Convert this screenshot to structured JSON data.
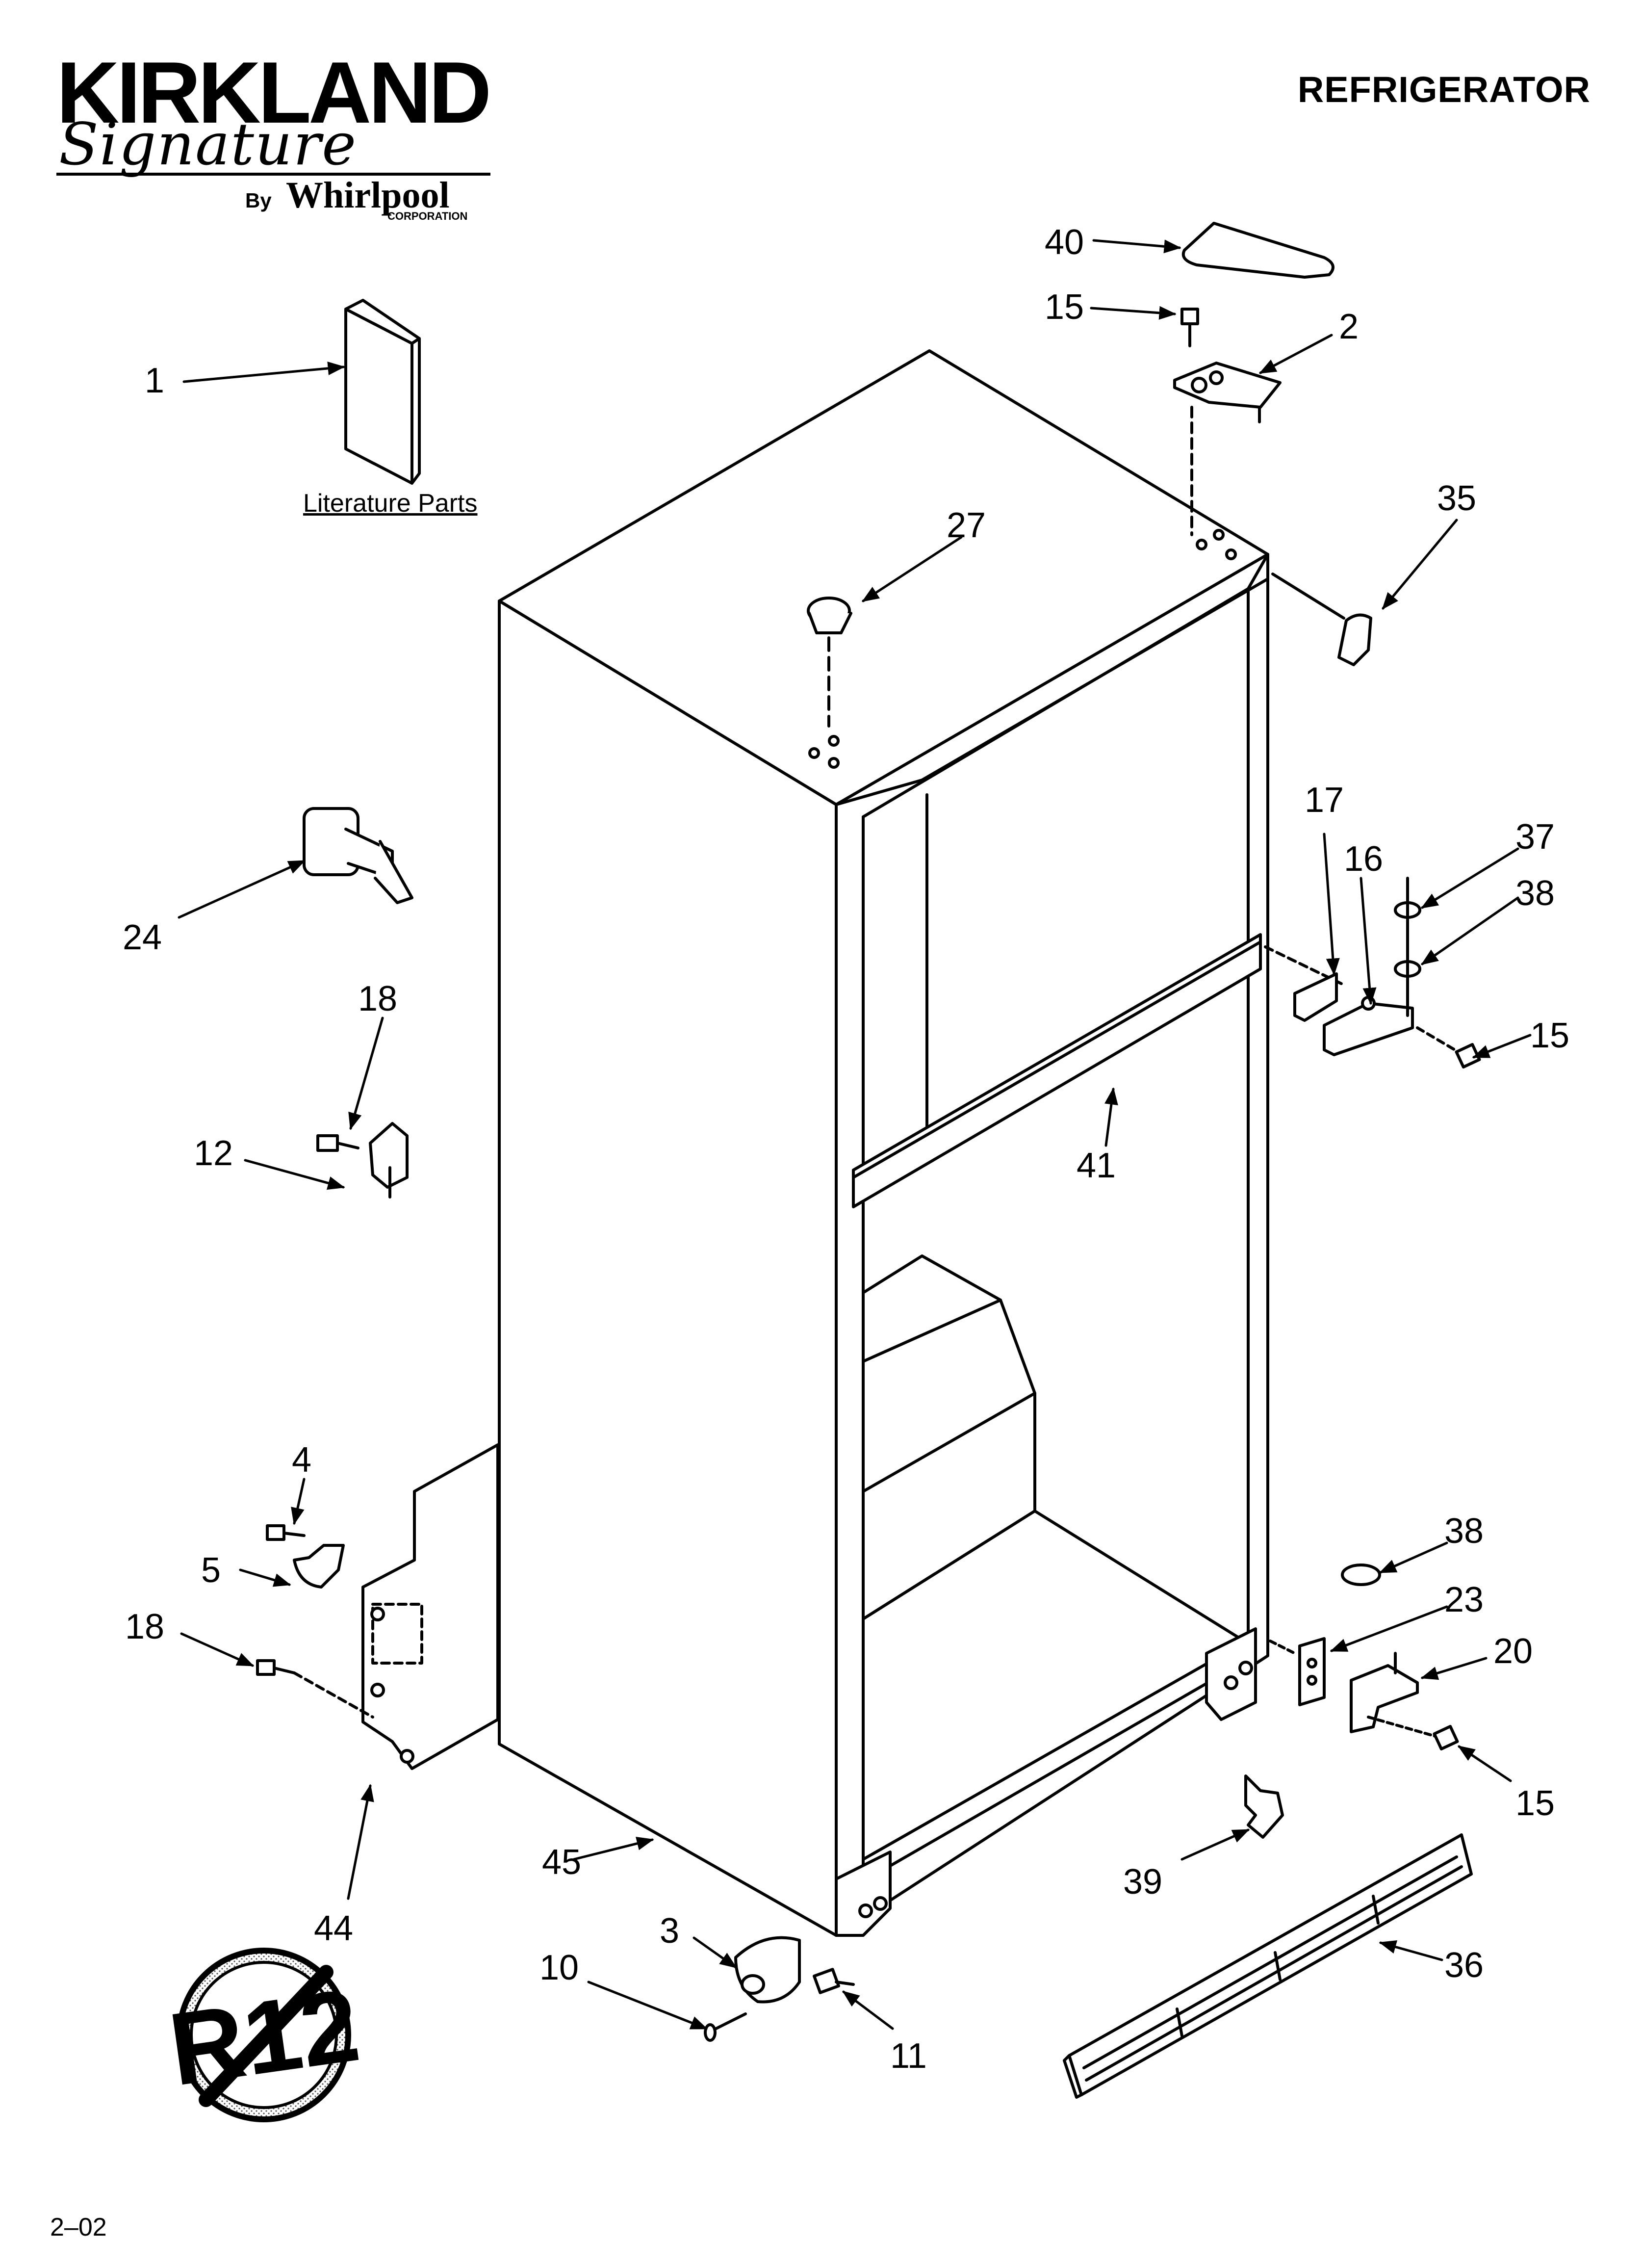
{
  "header": {
    "brand_name": "KIRKLAND",
    "brand_script": "Signature",
    "by": "By",
    "maker": "Whirlpool",
    "maker_sub": "CORPORATION",
    "title": "REFRIGERATOR"
  },
  "literature_caption": "Literature Parts",
  "revision": "2–02",
  "no_r12_symbol_text": "R12",
  "part_labels": [
    {
      "text": "1",
      "part": "literature-parts"
    },
    {
      "text": "40",
      "part": "hinge-cover"
    },
    {
      "text": "15",
      "part": "screw-top-hinge"
    },
    {
      "text": "2",
      "part": "top-hinge"
    },
    {
      "text": "27",
      "part": "plug-button"
    },
    {
      "text": "35",
      "part": "hinge-trim"
    },
    {
      "text": "17",
      "part": "center-hinge-shim"
    },
    {
      "text": "16",
      "part": "center-hinge"
    },
    {
      "text": "37",
      "part": "washer"
    },
    {
      "text": "38",
      "part": "spacer"
    },
    {
      "text": "15",
      "part": "screw-center-hinge"
    },
    {
      "text": "24",
      "part": "leveling-leg"
    },
    {
      "text": "18",
      "part": "screw-clip"
    },
    {
      "text": "12",
      "part": "clip"
    },
    {
      "text": "41",
      "part": "divider-trim"
    },
    {
      "text": "4",
      "part": "screw-clamp"
    },
    {
      "text": "5",
      "part": "clamp"
    },
    {
      "text": "18",
      "part": "screw-cover"
    },
    {
      "text": "44",
      "part": "back-cover"
    },
    {
      "text": "45",
      "part": "cabinet"
    },
    {
      "text": "38",
      "part": "spacer-bottom"
    },
    {
      "text": "23",
      "part": "hinge-shim"
    },
    {
      "text": "20",
      "part": "bottom-hinge"
    },
    {
      "text": "15",
      "part": "screw-bottom-hinge"
    },
    {
      "text": "39",
      "part": "grille-clip"
    },
    {
      "text": "36",
      "part": "toe-grille"
    },
    {
      "text": "3",
      "part": "roller"
    },
    {
      "text": "10",
      "part": "pin"
    },
    {
      "text": "11",
      "part": "screw-roller"
    }
  ]
}
